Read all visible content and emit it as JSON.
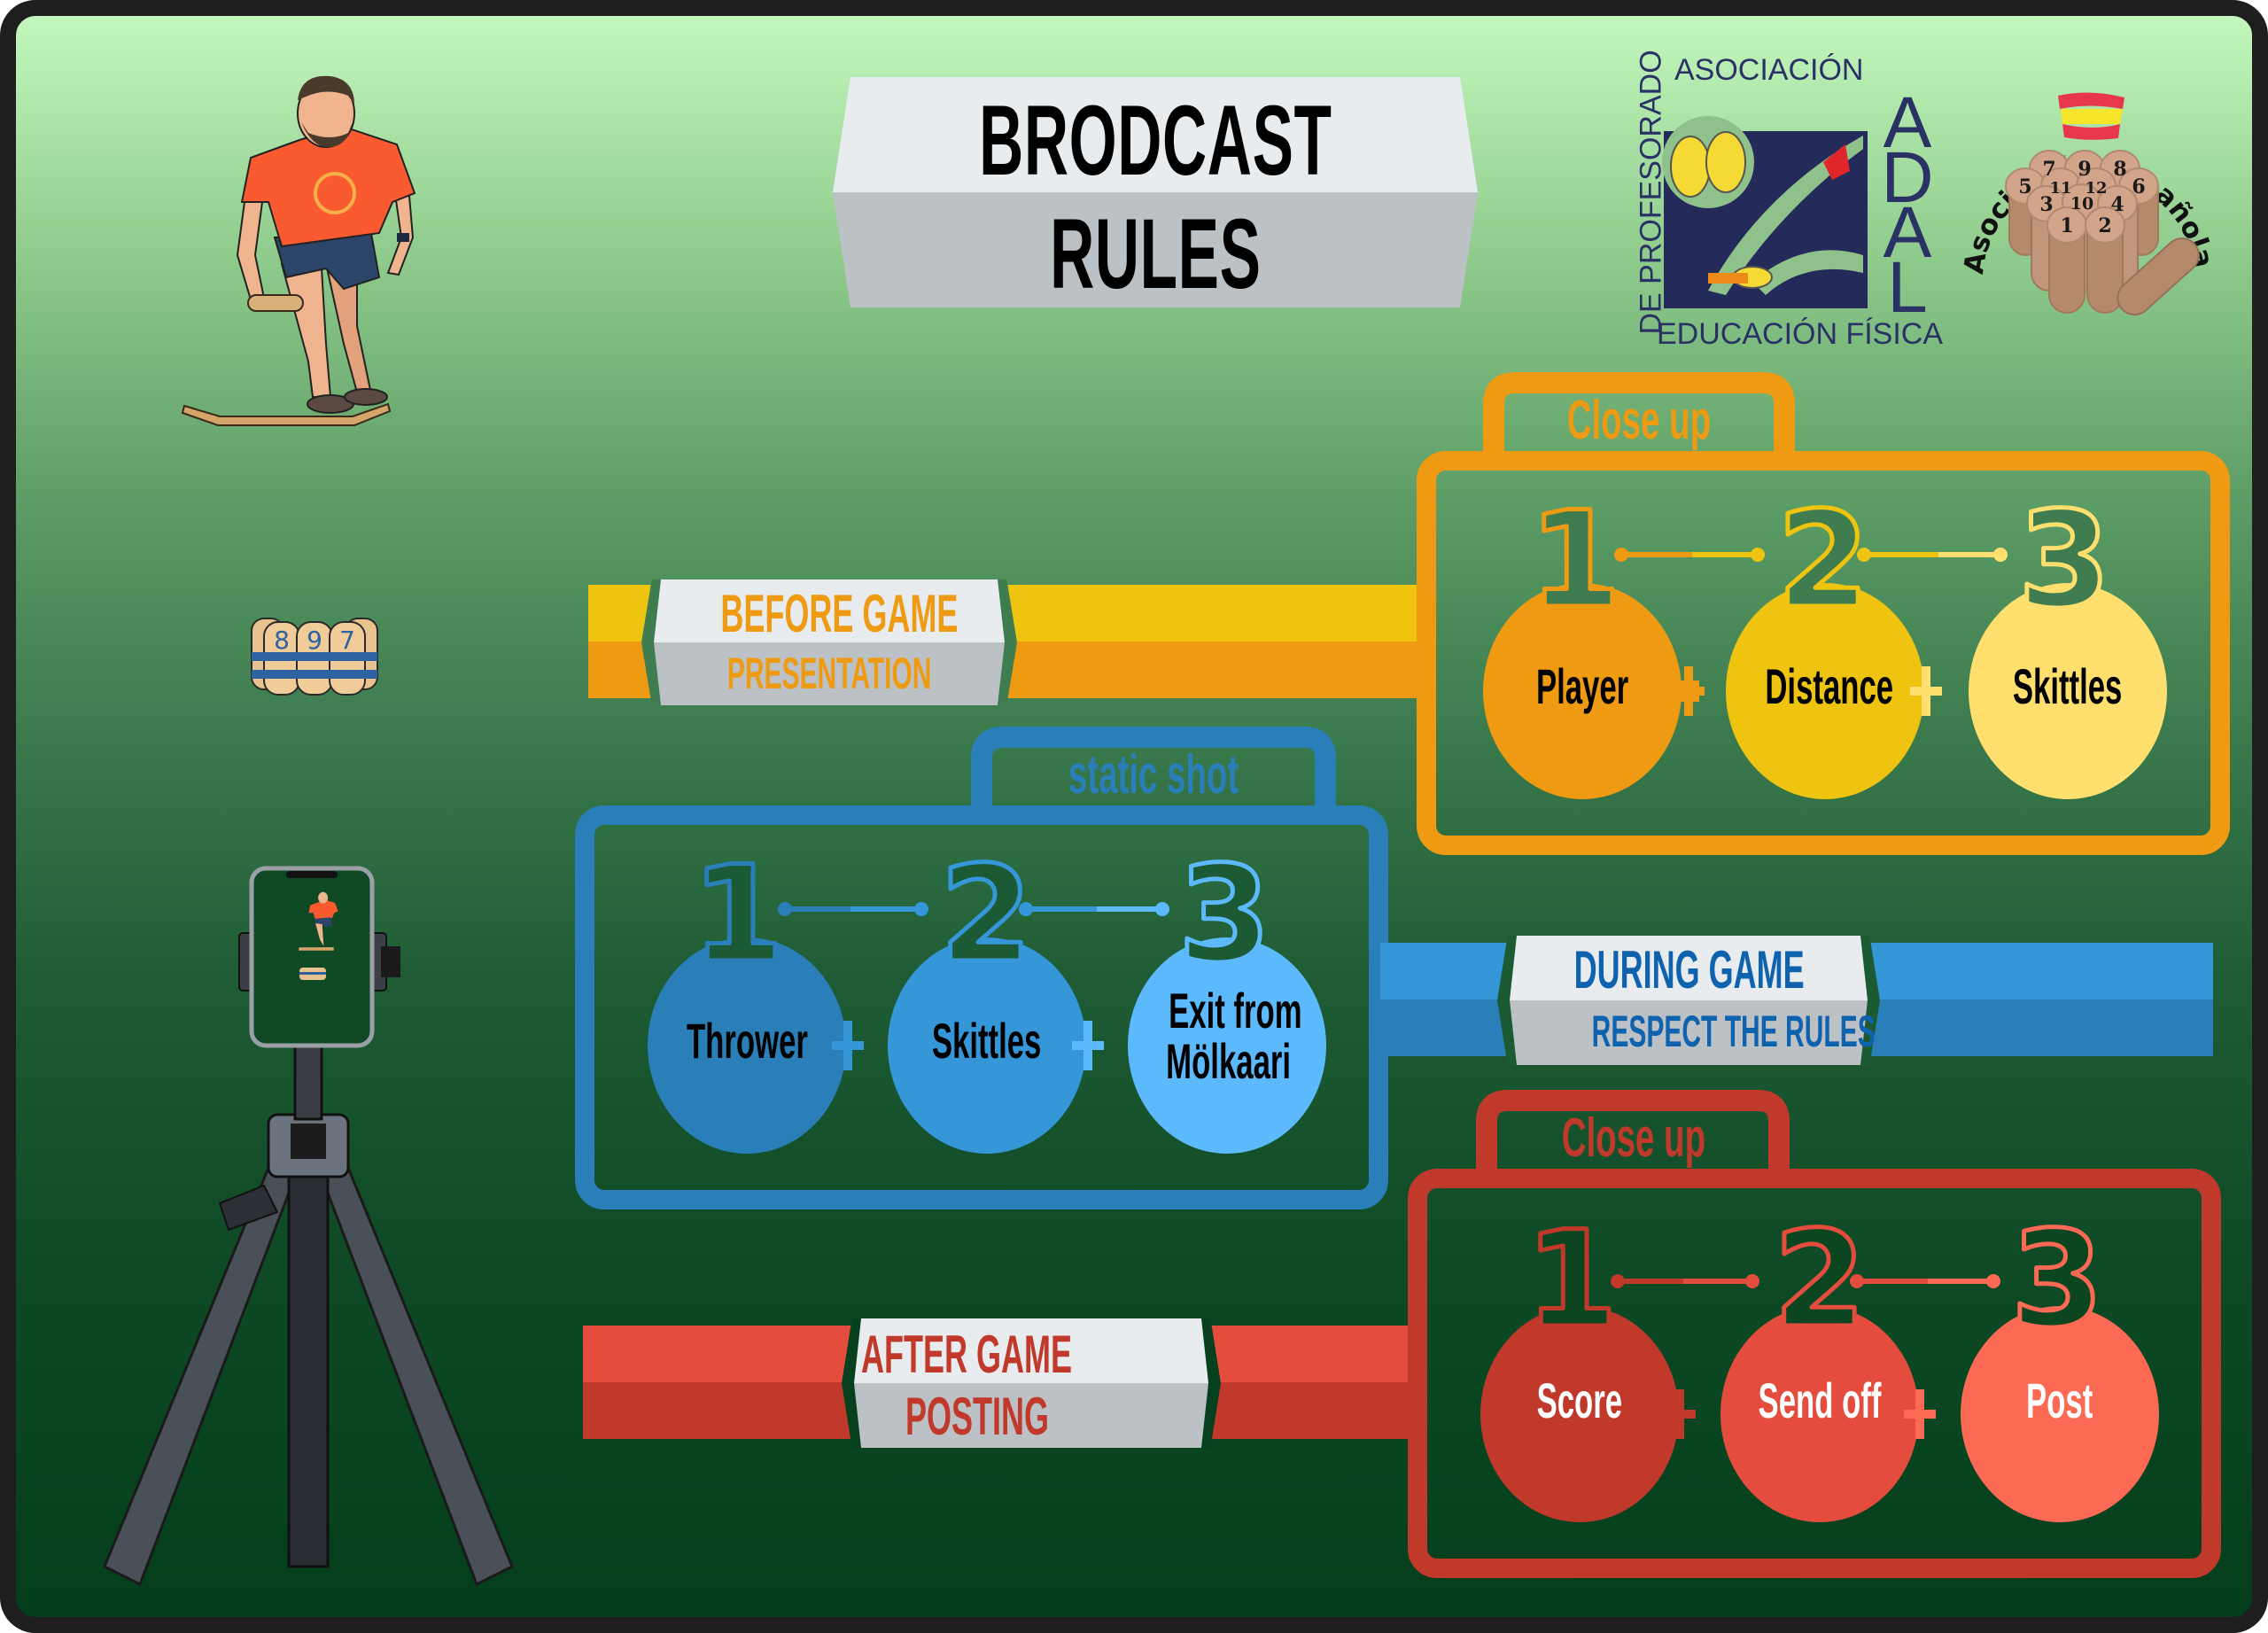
{
  "title": {
    "line1": "BRODCAST",
    "line2": "RULES"
  },
  "logos": {
    "adal": {
      "top_text": "ASOCIACIÓN",
      "side_text": "DE PROFESORADO",
      "bottom_text": "EDUCACIÓN FÍSICA",
      "letters": [
        "A",
        "D",
        "A",
        "L"
      ]
    },
    "molkky": {
      "arc_text": "Asociación Española de Mölkky",
      "skittle_numbers": [
        "7",
        "9",
        "8",
        "5",
        "11",
        "12",
        "6",
        "3",
        "10",
        "4",
        "1",
        "2"
      ]
    }
  },
  "illustrations": {
    "player": "player-throwing-molkky",
    "skittles": {
      "numbers": [
        "8",
        "9",
        "7"
      ]
    },
    "tripod": "phone-on-tripod"
  },
  "colors": {
    "orange": "#ee9a12",
    "yellow": "#efc411",
    "light_yellow": "#ffdf6e",
    "blue_dark": "#2a7fb8",
    "blue": "#3596d8",
    "blue_light": "#5cb9fb",
    "red_dark": "#c0392b",
    "red": "#e44d3e",
    "red_light": "#fc6a55",
    "blue_text": "#0f62ad",
    "frame": "#1e1e1e"
  },
  "stages": [
    {
      "id": "before",
      "heading": "BEFORE GAME",
      "subheading": "PRESENTATION",
      "shot_type": "Close up",
      "steps": [
        {
          "number": "1",
          "label": "Player"
        },
        {
          "number": "2",
          "label": "Distance"
        },
        {
          "number": "3",
          "label": "Skittles"
        }
      ],
      "joiner": "+"
    },
    {
      "id": "during",
      "heading": "DURING GAME",
      "subheading": "RESPECT THE RULES",
      "shot_type": "static shot",
      "steps": [
        {
          "number": "1",
          "label": "Thrower"
        },
        {
          "number": "2",
          "label": "Skittles"
        },
        {
          "number": "3",
          "label_line1": "Exit from",
          "label_line2": "Mölkaari"
        }
      ],
      "joiner": "+"
    },
    {
      "id": "after",
      "heading": "AFTER GAME",
      "subheading": "POSTING",
      "shot_type": "Close up",
      "steps": [
        {
          "number": "1",
          "label": "Score"
        },
        {
          "number": "2",
          "label": "Send off"
        },
        {
          "number": "3",
          "label": "Post"
        }
      ],
      "joiner": "+"
    }
  ]
}
